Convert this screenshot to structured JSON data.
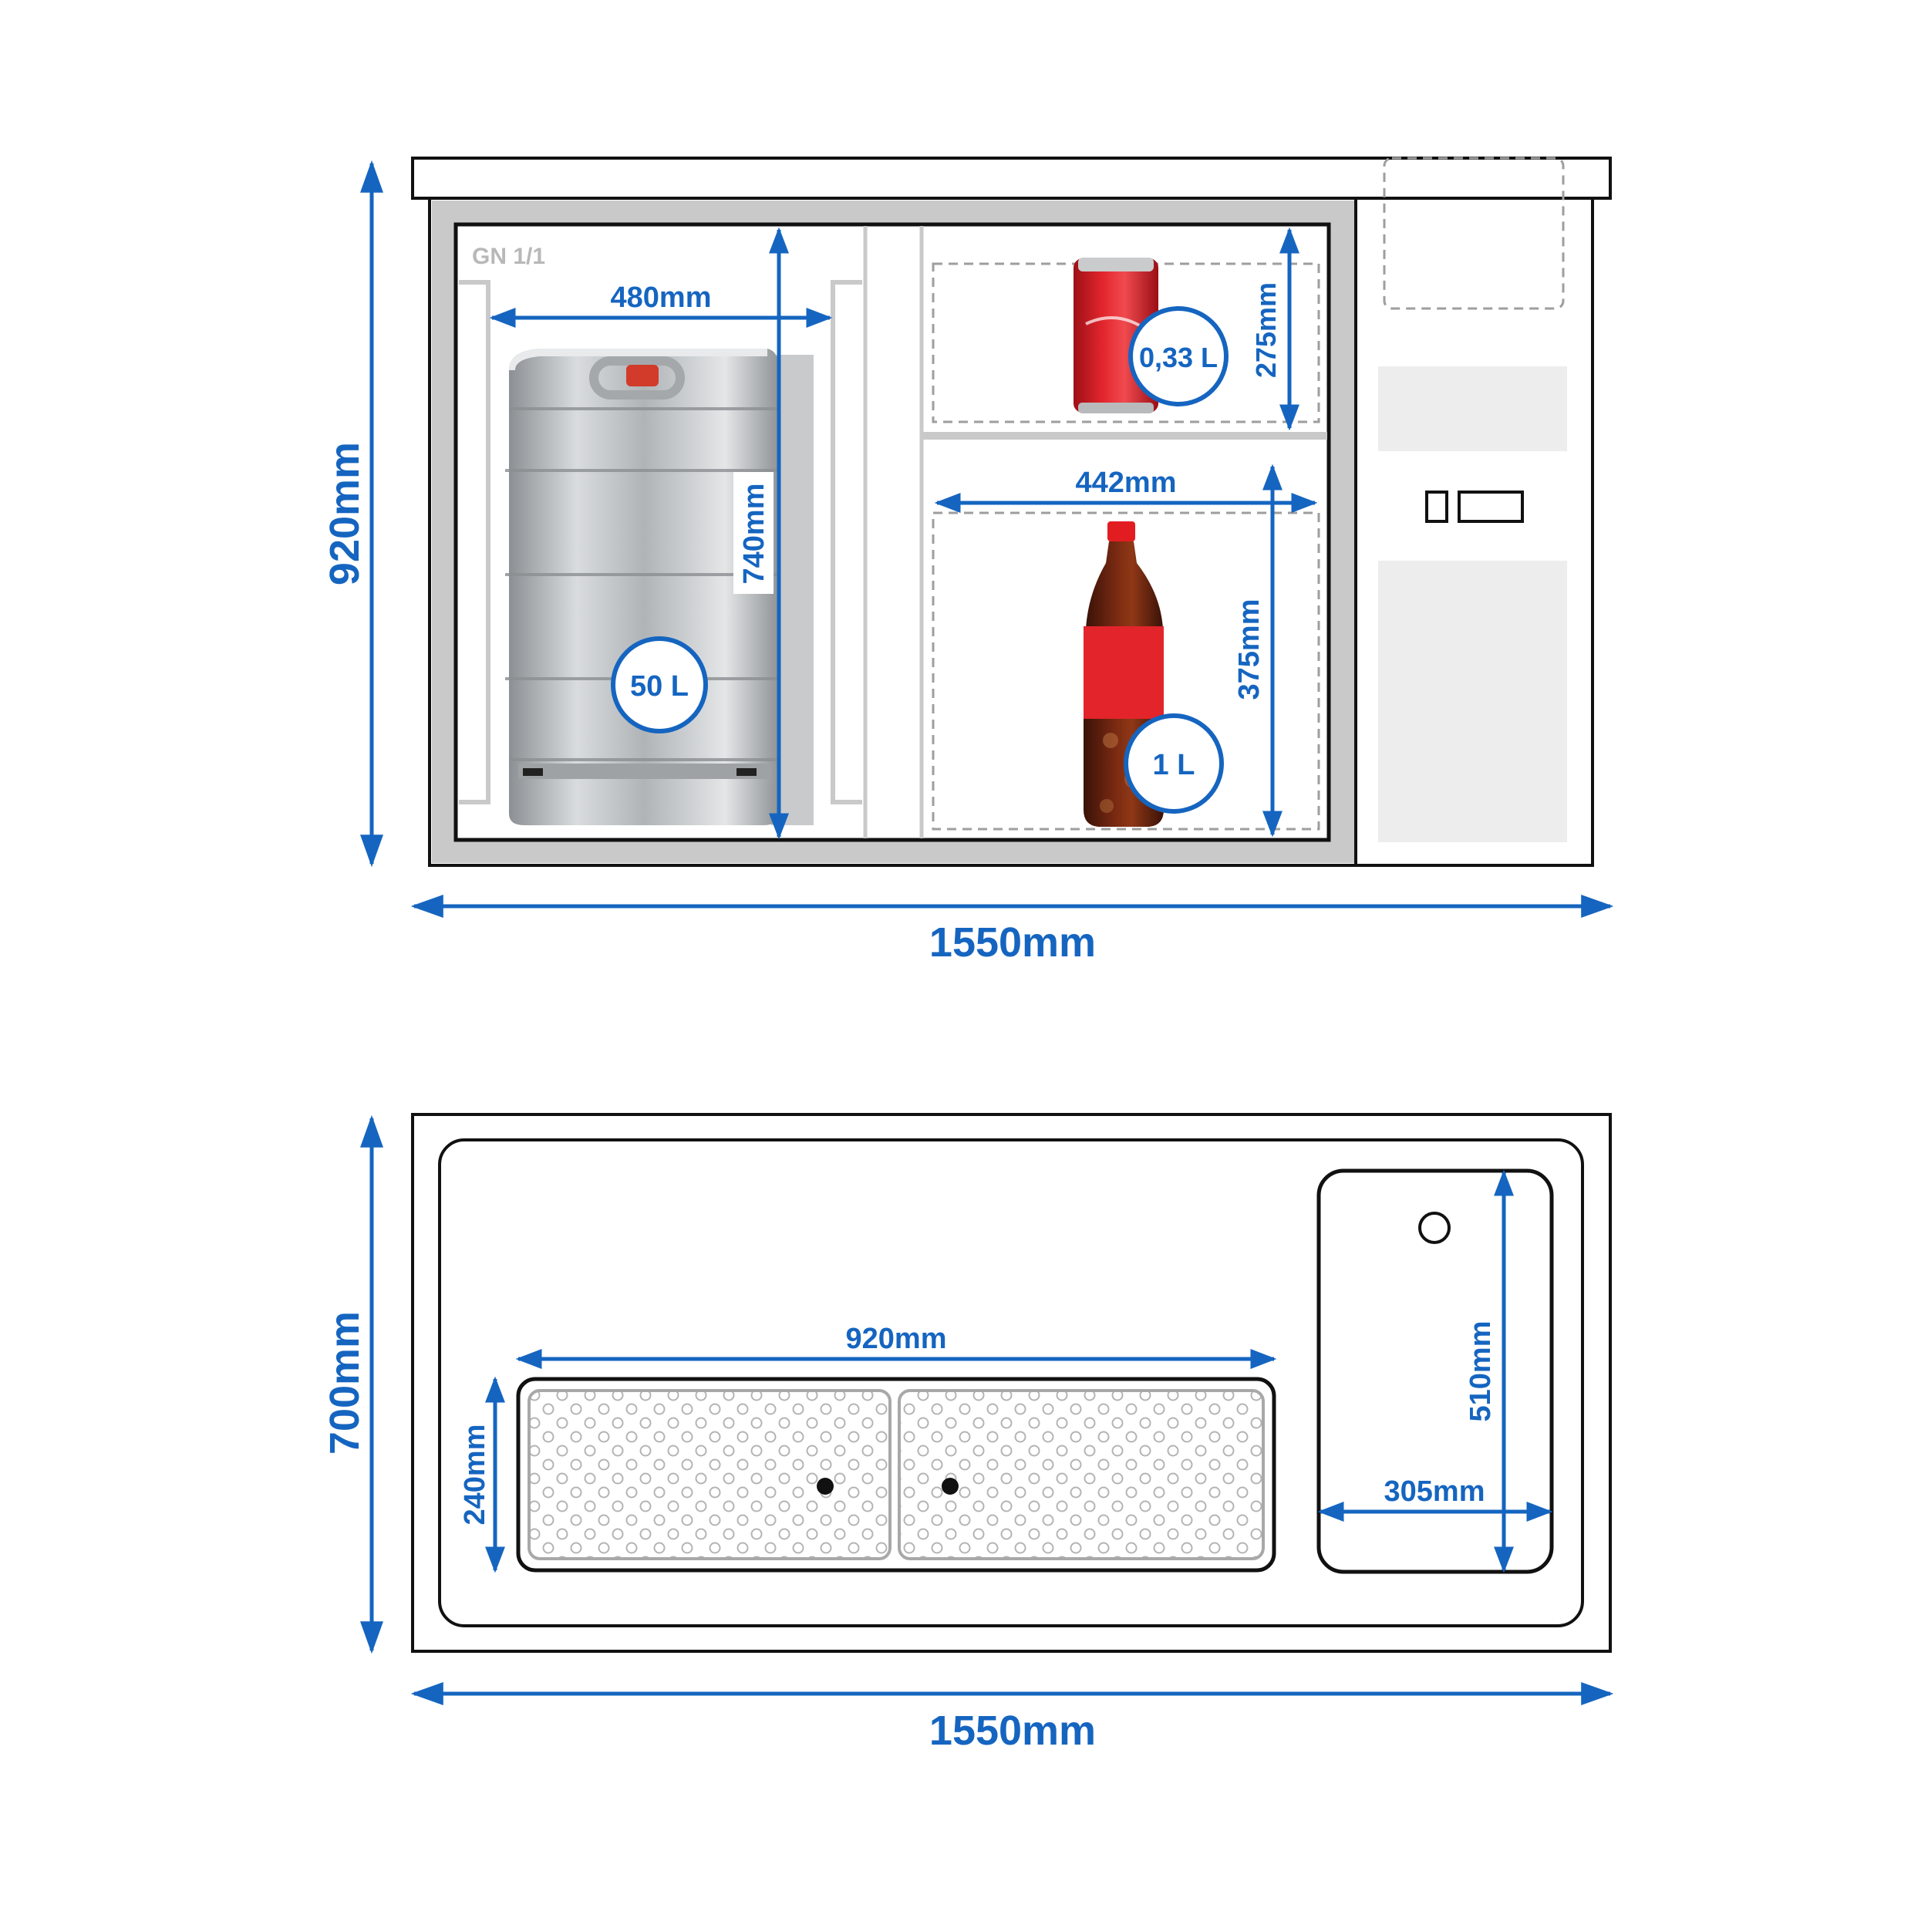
{
  "front_view": {
    "height_label": "920mm",
    "width_label": "1550mm",
    "gn_label": "GN 1/1",
    "keg_width_label": "480mm",
    "keg_height_label": "740mm",
    "keg_volume_label": "50 L",
    "can_height_label": "275mm",
    "can_volume_label": "0,33 L",
    "bottle_width_label": "442mm",
    "bottle_height_label": "375mm",
    "bottle_volume_label": "1 L"
  },
  "top_view": {
    "height_label": "700mm",
    "width_label": "1550mm",
    "drip_tray_width_label": "920mm",
    "drip_tray_depth_label": "240mm",
    "sink_depth_label": "510mm",
    "sink_width_label": "305mm"
  },
  "colors": {
    "dimension_blue": "#1565c0",
    "outline": "#111111",
    "panel_gray": "#c8c8c8",
    "can_red": "#d81f26",
    "keg_steel": "#b5b8bb"
  }
}
